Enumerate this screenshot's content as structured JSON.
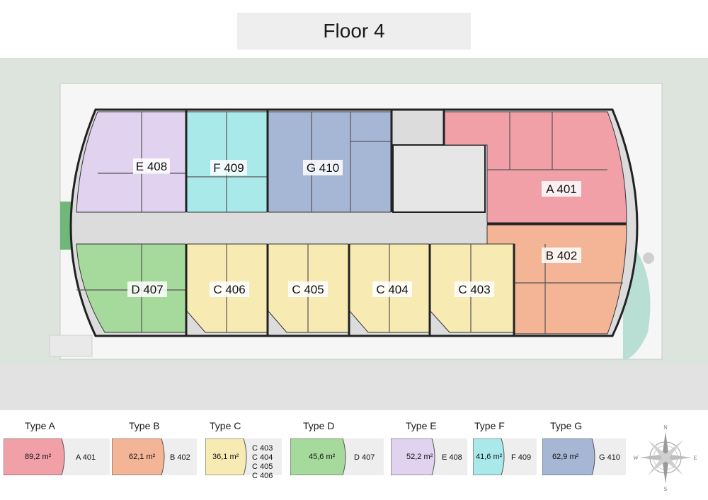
{
  "title": "Floor 4",
  "colors": {
    "A": "#f2a0a8",
    "B": "#f4b596",
    "C": "#f7eab2",
    "D": "#a6d99c",
    "E": "#e1d3f0",
    "F": "#a9e9ea",
    "G": "#a6b7d6",
    "landscape": "#dde3dd",
    "corridor": "#dcdcdc"
  },
  "units": [
    {
      "label": "E 408",
      "type": "E"
    },
    {
      "label": "F 409",
      "type": "F"
    },
    {
      "label": "G 410",
      "type": "G"
    },
    {
      "label": "A 401",
      "type": "A"
    },
    {
      "label": "D 407",
      "type": "D"
    },
    {
      "label": "C 406",
      "type": "C"
    },
    {
      "label": "C 405",
      "type": "C"
    },
    {
      "label": "C 404",
      "type": "C"
    },
    {
      "label": "C 403",
      "type": "C"
    },
    {
      "label": "B 402",
      "type": "B"
    }
  ],
  "legend": [
    {
      "type": "Type A",
      "area": "89,2 m²",
      "units": [
        "A 401"
      ]
    },
    {
      "type": "Type B",
      "area": "62,1 m²",
      "units": [
        "B 402"
      ]
    },
    {
      "type": "Type C",
      "area": "36,1 m²",
      "units": [
        "C 403",
        "C 404",
        "C 405",
        "C 406"
      ]
    },
    {
      "type": "Type D",
      "area": "45,6 m²",
      "units": [
        "D 407"
      ]
    },
    {
      "type": "Type E",
      "area": "52,2 m²",
      "units": [
        "E 408"
      ]
    },
    {
      "type": "Type F",
      "area": "41,6 m²",
      "units": [
        "F 409"
      ]
    },
    {
      "type": "Type G",
      "area": "62,9 m²",
      "units": [
        "G 410"
      ]
    }
  ],
  "compass": {
    "n": "N",
    "s": "S",
    "e": "E",
    "w": "W",
    "icon": "compass-rose-icon"
  }
}
